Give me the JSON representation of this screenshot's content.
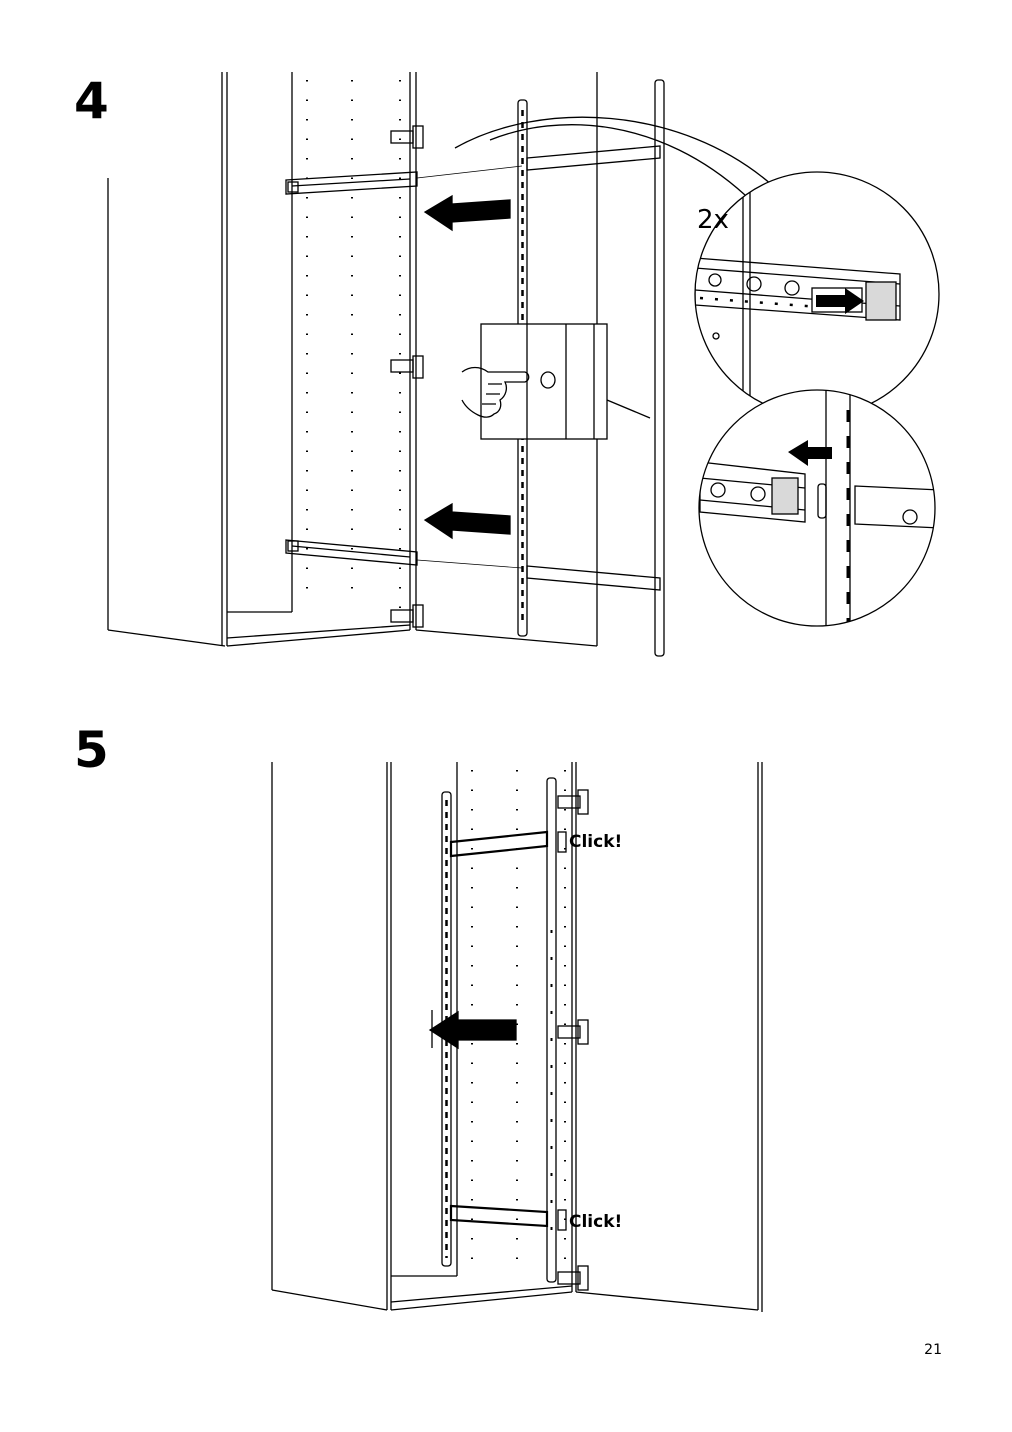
{
  "steps": [
    {
      "number": "4",
      "detail_quantity": "2x"
    },
    {
      "number": "5",
      "click_labels": [
        "Click!",
        "Click!"
      ]
    }
  ],
  "page_number": "21",
  "colors": {
    "line": "#000000",
    "background": "#ffffff",
    "highlight": "#d9d9d9"
  }
}
